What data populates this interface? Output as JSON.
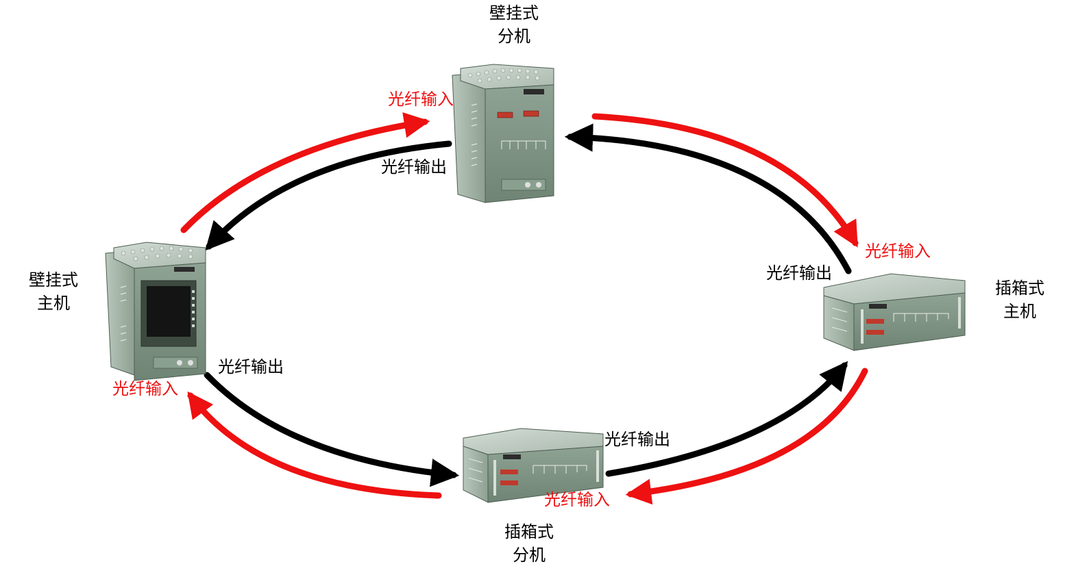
{
  "colors": {
    "input_arrow": "#ee1111",
    "output_arrow": "#000000",
    "device_body": "#7f9484",
    "device_dark": "#5f7566",
    "device_light": "#b8c6bb",
    "display_red": "#c0392b"
  },
  "devices": {
    "top": {
      "line1": "壁挂式",
      "line2": "分机",
      "kind": "wall-mounted"
    },
    "left": {
      "line1": "壁挂式",
      "line2": "主机",
      "kind": "wall-mounted-with-screen"
    },
    "right": {
      "line1": "插箱式",
      "line2": "主机",
      "kind": "rack-mounted"
    },
    "bottom": {
      "line1": "插箱式",
      "line2": "分机",
      "kind": "rack-mounted"
    }
  },
  "ports": {
    "top_in": "光纤输入",
    "top_out": "光纤输出",
    "right_in": "光纤输入",
    "right_out": "光纤输出",
    "left_out": "光纤输出",
    "left_in": "光纤输入",
    "bottom_out": "光纤输出",
    "bottom_in": "光纤输入"
  }
}
